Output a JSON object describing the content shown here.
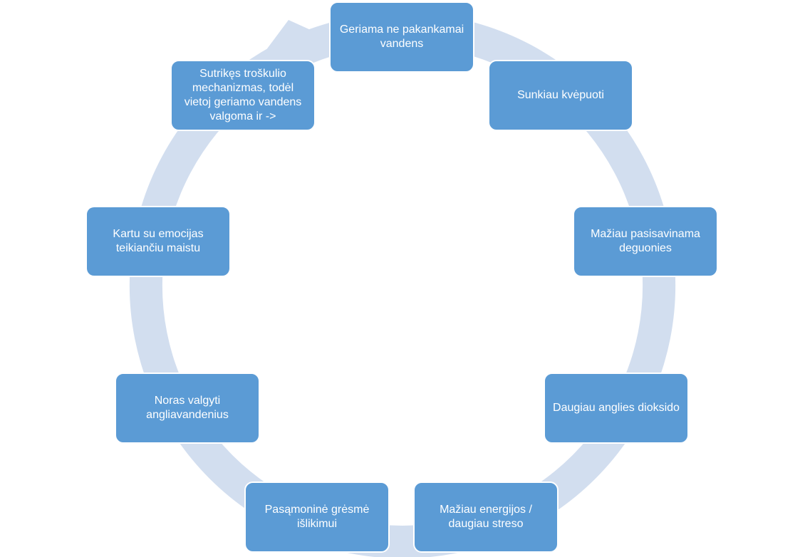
{
  "colors": {
    "node_fill": "#5b9bd5",
    "node_border": "#ffffff",
    "node_text": "#ffffff",
    "cycle_arrow": "#d2deef"
  },
  "cycle": {
    "nodes": [
      {
        "id": "n1",
        "label": "Geriama ne pakankamai vandens"
      },
      {
        "id": "n2",
        "label": "Sunkiau kvėpuoti"
      },
      {
        "id": "n3",
        "label": "Mažiau pasisavinama deguonies"
      },
      {
        "id": "n4",
        "label": "Daugiau anglies dioksido"
      },
      {
        "id": "n5",
        "label": "Mažiau energijos / daugiau streso"
      },
      {
        "id": "n6",
        "label": "Pasąmoninė grėsmė išlikimui"
      },
      {
        "id": "n7",
        "label": "Noras valgyti angliavandenius"
      },
      {
        "id": "n8",
        "label": "Kartu su emocijas teikiančiu maistu"
      },
      {
        "id": "n9",
        "label": "Sutrikęs troškulio mechanizmas, todėl vietoj geriamo vandens valgoma ir ->"
      }
    ]
  }
}
